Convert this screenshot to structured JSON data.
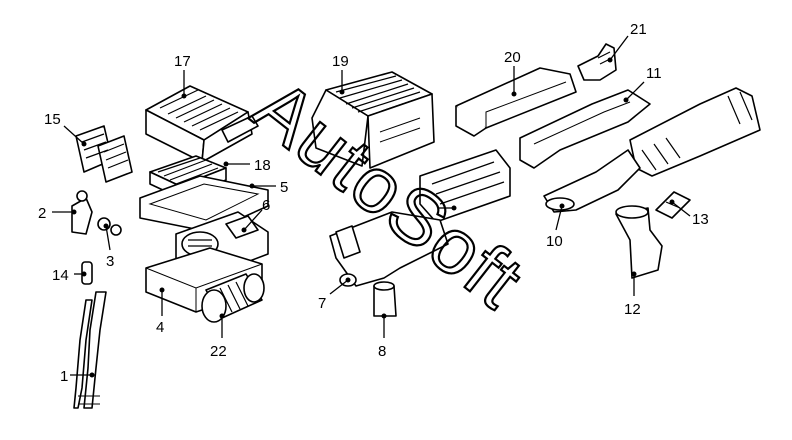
{
  "watermark": "AutoSoft",
  "callouts": {
    "c1": "1",
    "c2": "2",
    "c3": "3",
    "c4": "4",
    "c5": "5",
    "c6": "6",
    "c7": "7",
    "c8": "8",
    "c10": "10",
    "c11": "11",
    "c12": "12",
    "c13": "13",
    "c14": "14",
    "c15": "15",
    "c17": "17",
    "c18": "18",
    "c19": "19",
    "c20": "20",
    "c21": "21",
    "c22": "22"
  }
}
